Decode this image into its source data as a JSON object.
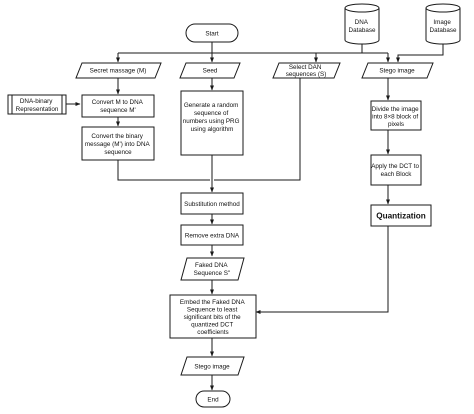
{
  "flowchart": {
    "start": "Start",
    "end": "End",
    "dna_database": [
      "DNA",
      "Database"
    ],
    "image_database": [
      "Image",
      "Database"
    ],
    "secret_message": "Secret massage (M)",
    "seed": "Seed",
    "select_dan": [
      "Select DAN",
      "sequences (S)"
    ],
    "stego_image_input": "Stego image",
    "dna_binary_representation": [
      "DNA-binary",
      "Representation"
    ],
    "convert_m": [
      "Convert M to DNA",
      "sequence M'"
    ],
    "convert_binary": [
      "Convert the binary",
      "message (M') into DNA",
      "sequence"
    ],
    "generate_random": [
      "Generate a random",
      "sequence of",
      "numbers using PRG",
      "using algorithm"
    ],
    "divide_image": [
      "Divide the image",
      "into 8×8 block of",
      "pixels"
    ],
    "apply_dct": [
      "Apply the DCT to",
      "each Block"
    ],
    "quantization": "Quantization",
    "substitution": "Substitution method",
    "remove_extra": "Remove extra DNA",
    "faked_dna": [
      "Faked DNA",
      "Sequence S''"
    ],
    "embed": [
      "Embed the Faked DNA",
      "Sequence to least",
      "significant bits of the",
      "quantized DCT",
      "coefficients"
    ],
    "stego_image_output": "Stego image"
  }
}
